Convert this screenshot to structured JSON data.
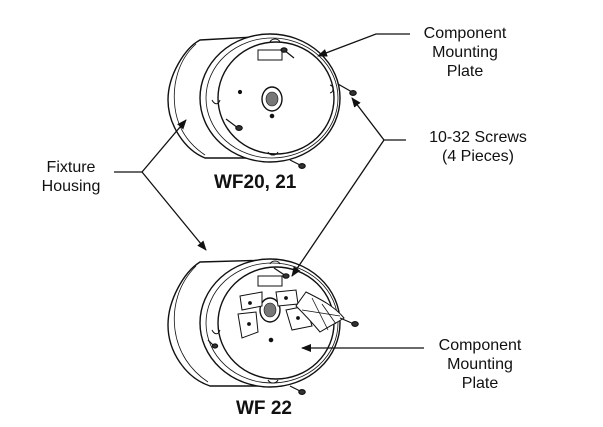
{
  "labels": {
    "component_plate_top": [
      "Component",
      "Mounting",
      "Plate"
    ],
    "screws": [
      "10-32 Screws",
      "(4 Pieces)"
    ],
    "fixture_housing": [
      "Fixture",
      "Housing"
    ],
    "component_plate_bottom": [
      "Component",
      "Mounting",
      "Plate"
    ],
    "model_top": "WF20, 21",
    "model_bottom": "WF 22"
  },
  "colors": {
    "line": "#111111",
    "background": "#ffffff",
    "shade": "#cfcfcf"
  }
}
